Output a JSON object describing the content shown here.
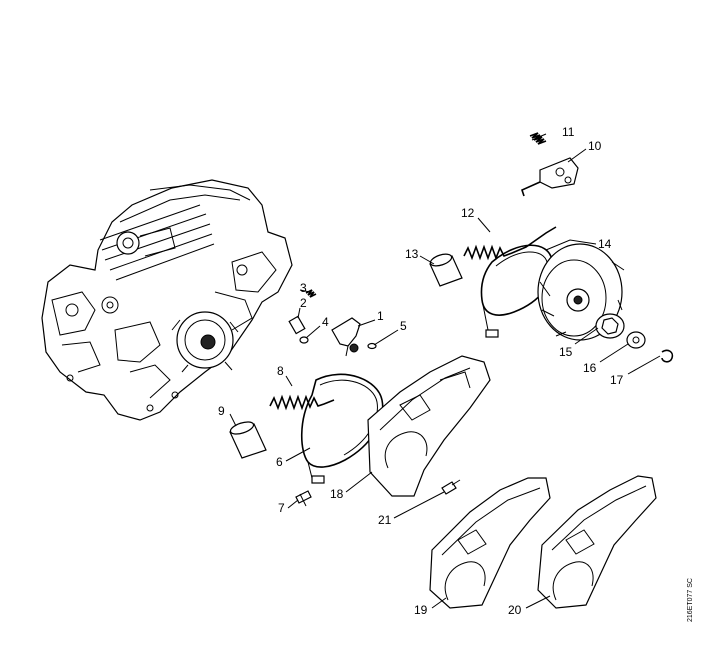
{
  "drawing_code": "216ET077 SC",
  "callouts": [
    {
      "id": "1",
      "text": "1"
    },
    {
      "id": "2",
      "text": "2"
    },
    {
      "id": "3",
      "text": "3"
    },
    {
      "id": "4",
      "text": "4"
    },
    {
      "id": "5",
      "text": "5"
    },
    {
      "id": "6",
      "text": "6"
    },
    {
      "id": "7",
      "text": "7"
    },
    {
      "id": "8",
      "text": "8"
    },
    {
      "id": "9",
      "text": "9"
    },
    {
      "id": "10",
      "text": "10"
    },
    {
      "id": "11",
      "text": "11"
    },
    {
      "id": "12",
      "text": "12"
    },
    {
      "id": "13",
      "text": "13"
    },
    {
      "id": "14",
      "text": "14"
    },
    {
      "id": "15",
      "text": "15"
    },
    {
      "id": "16",
      "text": "16"
    },
    {
      "id": "17",
      "text": "17"
    },
    {
      "id": "18",
      "text": "18"
    },
    {
      "id": "19",
      "text": "19"
    },
    {
      "id": "20",
      "text": "20"
    },
    {
      "id": "21",
      "text": "21"
    }
  ]
}
